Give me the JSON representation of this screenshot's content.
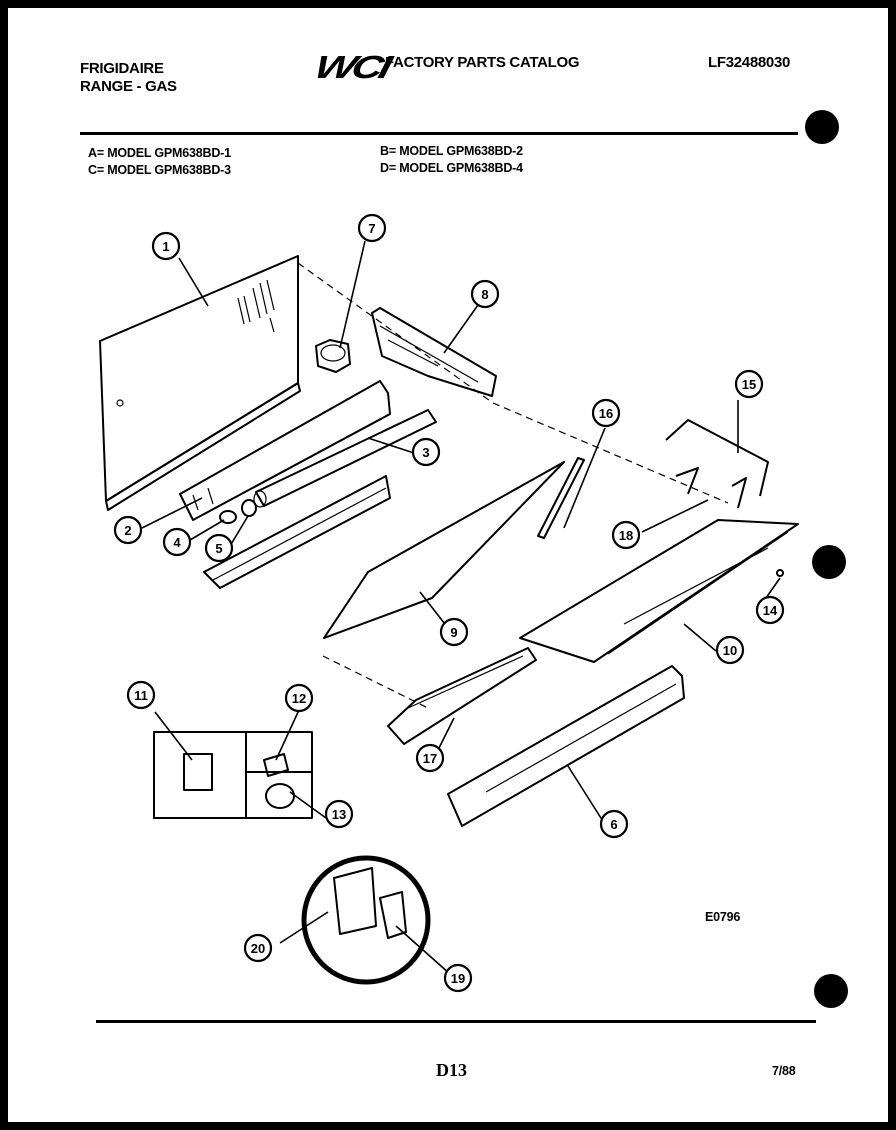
{
  "header": {
    "brand": "FRIGIDAIRE",
    "product": "RANGE - GAS",
    "logo": "WCI",
    "catalog_title": "FACTORY PARTS CATALOG",
    "catalog_number": "LF32488030"
  },
  "models": {
    "a": "A= MODEL GPM638BD-1",
    "b": "B= MODEL GPM638BD-2",
    "c": "C= MODEL GPM638BD-3",
    "d": "D= MODEL GPM638BD-4"
  },
  "diagram": {
    "callouts": [
      "1",
      "2",
      "3",
      "4",
      "5",
      "6",
      "7",
      "8",
      "9",
      "10",
      "11",
      "12",
      "13",
      "14",
      "15",
      "16",
      "17",
      "18",
      "19",
      "20"
    ],
    "drawing_code": "E0796"
  },
  "footer": {
    "page_code": "D13",
    "date": "7/88"
  }
}
